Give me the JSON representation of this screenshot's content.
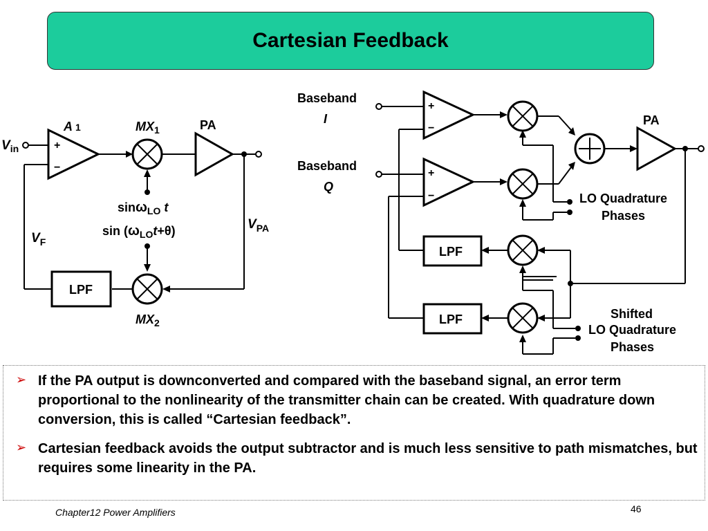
{
  "slide": {
    "title": "Cartesian Feedback",
    "footer_chapter": "Chapter12 Power Amplifiers",
    "page_number": "46"
  },
  "left_diagram": {
    "amp_label": "A",
    "amp_sub": "1",
    "mixer1_label": "MX",
    "mixer1_sub": "1",
    "mixer2_label": "MX",
    "mixer2_sub": "2",
    "pa_label": "PA",
    "vin_label": "V",
    "vin_sub": "in",
    "vf_label": "V",
    "vf_sub": "F",
    "vpa_label": "V",
    "vpa_sub": "PA",
    "lo_label": "sin ωLO t",
    "lo_shift_label": "sin (ωLO t + θ)",
    "lpf_label": "LPF",
    "plus": "+",
    "minus": "−"
  },
  "right_diagram": {
    "baseband_i_label": "Baseband",
    "baseband_i_sub": "I",
    "baseband_q_label": "Baseband",
    "baseband_q_sub": "Q",
    "pa_label": "PA",
    "lo_quadrature_line1": "LO Quadrature",
    "lo_quadrature_line2": "Phases",
    "shifted_line1": "Shifted",
    "shifted_line2": "LO Quadrature",
    "shifted_line3": "Phases",
    "lpf1_label": "LPF",
    "lpf2_label": "LPF",
    "plus": "+",
    "minus": "−"
  },
  "bullets": [
    "If the PA output is downconverted and compared with the baseband signal, an error term proportional to the nonlinearity of the transmitter chain can be created.  With quadrature down conversion, this is called “Cartesian feedback”.",
    "Cartesian feedback avoids the output subtractor and is much less sensitive to path mismatches, but requires some linearity in the PA."
  ],
  "colors": {
    "title_bar": "#1ccc9c",
    "bullet_arrow": "#cc0000"
  }
}
